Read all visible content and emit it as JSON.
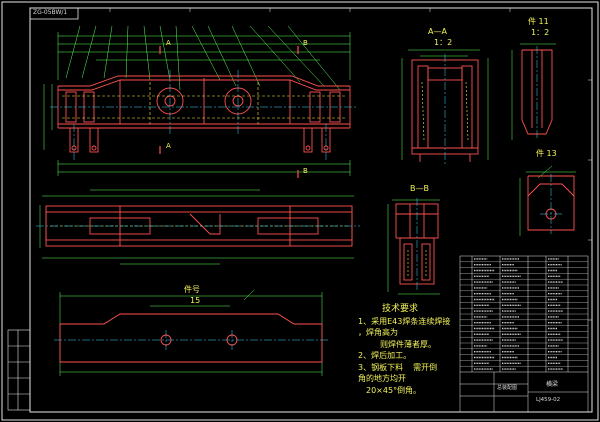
{
  "drawing_number": "ZG-05BW/1",
  "views": {
    "section_aa_title": "A—A",
    "section_aa_scale": "1：2",
    "part11_title": "件 11",
    "part11_scale": "1：2",
    "part13_title": "件 13",
    "section_bb_title": "B—B",
    "part15_title_top": "件号",
    "part15_title_num": "15",
    "cut_mark_a": "A",
    "cut_mark_b": "B"
  },
  "technical_requirements": {
    "title": "技术要求",
    "lines": [
      "1、采用E43焊条连续焊接",
      "，焊角高为",
      "则焊件薄者厚。",
      "2、焊后加工。",
      "3、钢板下料",
      "需开倒",
      "角的地方均开",
      "20×45°倒角。"
    ]
  },
  "title_block": {
    "name": "横梁",
    "code": "LJ459-02",
    "unit": "总装配图"
  },
  "colors": {
    "background": "#000000",
    "frame": "#e6e6e6",
    "geometry": "#ff5050",
    "hidden": "#ffe640",
    "dimension": "#5cff5c",
    "center": "#36d4ff",
    "text": "#f2f25a"
  }
}
